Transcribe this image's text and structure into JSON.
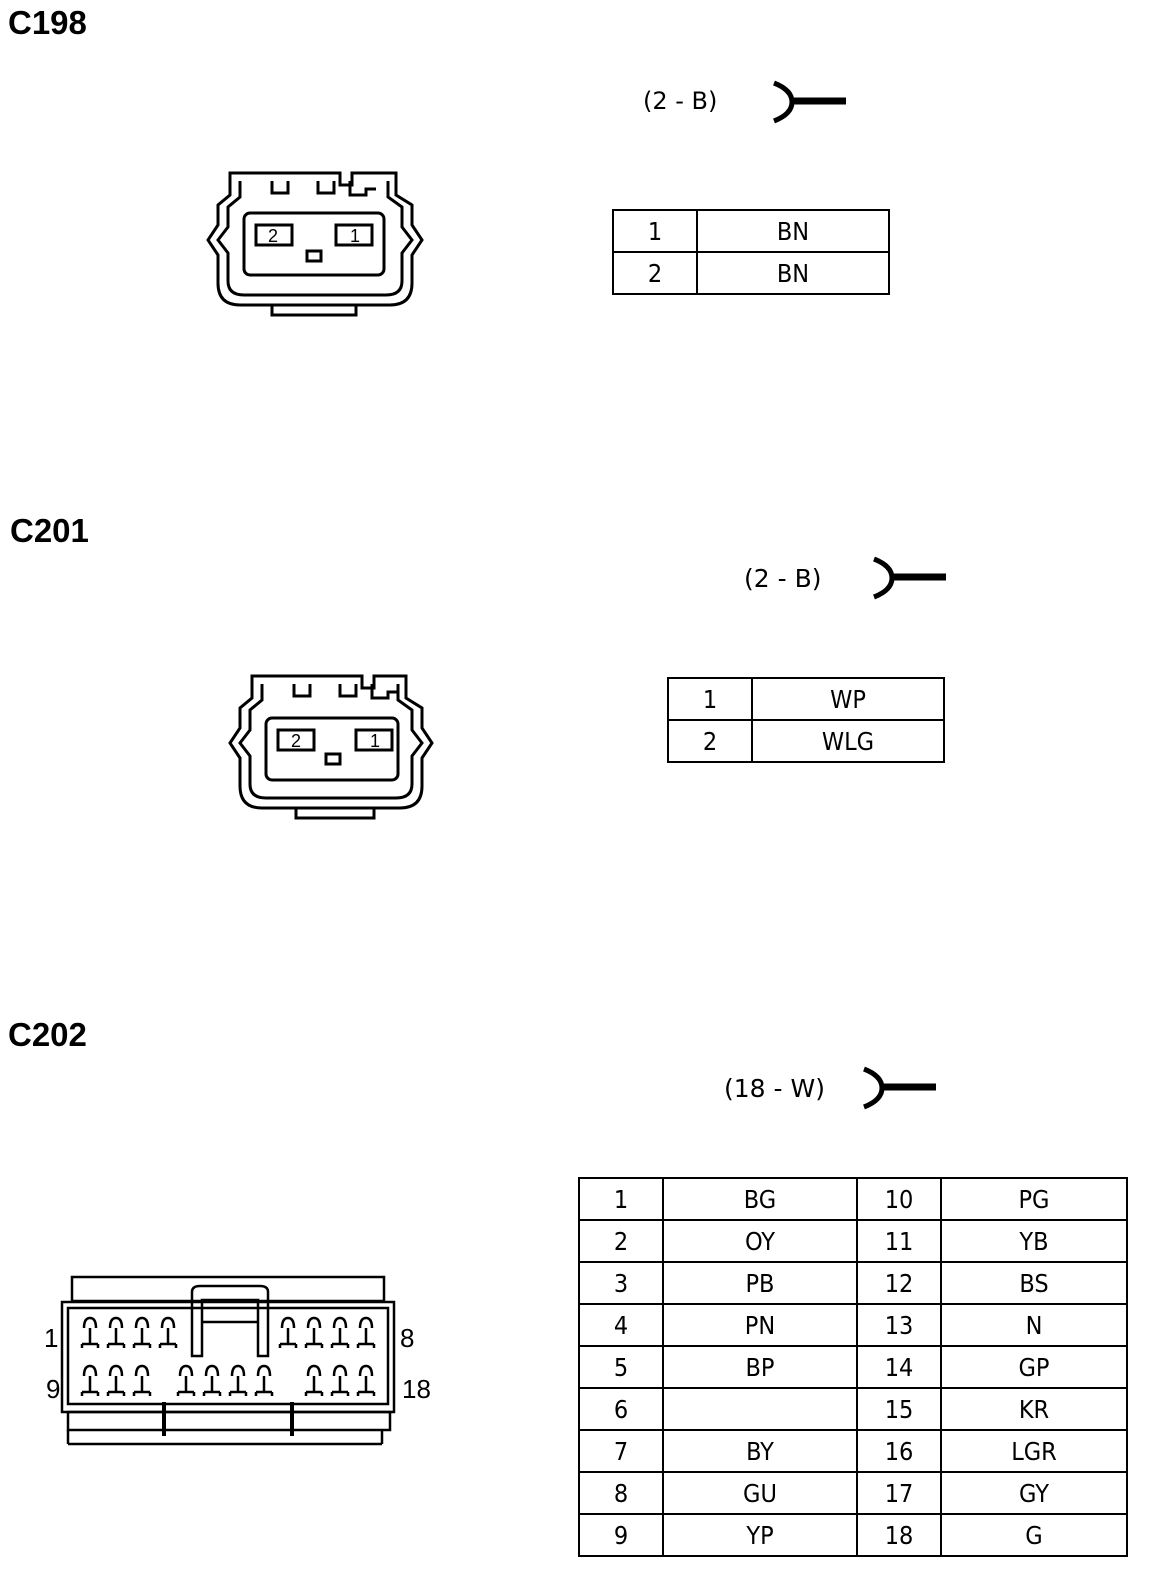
{
  "connectors": [
    {
      "id": "C198",
      "code": "(2 - B)",
      "pins": [
        {
          "pin": "1",
          "wire": "BN"
        },
        {
          "pin": "2",
          "wire": "BN"
        }
      ],
      "cavity_labels": [
        "2",
        "1"
      ]
    },
    {
      "id": "C201",
      "code": "(2 - B)",
      "pins": [
        {
          "pin": "1",
          "wire": "WP"
        },
        {
          "pin": "2",
          "wire": "WLG"
        }
      ],
      "cavity_labels": [
        "2",
        "1"
      ]
    },
    {
      "id": "C202",
      "code": "(18 - W)",
      "pins_left": [
        {
          "pin": "1",
          "wire": "BG"
        },
        {
          "pin": "2",
          "wire": "OY"
        },
        {
          "pin": "3",
          "wire": "PB"
        },
        {
          "pin": "4",
          "wire": "PN"
        },
        {
          "pin": "5",
          "wire": "BP"
        },
        {
          "pin": "6",
          "wire": ""
        },
        {
          "pin": "7",
          "wire": "BY"
        },
        {
          "pin": "8",
          "wire": "GU"
        },
        {
          "pin": "9",
          "wire": "YP"
        }
      ],
      "pins_right": [
        {
          "pin": "10",
          "wire": "PG"
        },
        {
          "pin": "11",
          "wire": "YB"
        },
        {
          "pin": "12",
          "wire": "BS"
        },
        {
          "pin": "13",
          "wire": "N"
        },
        {
          "pin": "14",
          "wire": "GP"
        },
        {
          "pin": "15",
          "wire": "KR"
        },
        {
          "pin": "16",
          "wire": "LGR"
        },
        {
          "pin": "17",
          "wire": "GY"
        },
        {
          "pin": "18",
          "wire": "G"
        }
      ],
      "face_labels": {
        "top_left": "1",
        "top_right": "8",
        "bottom_left": "9",
        "bottom_right": "18"
      }
    }
  ]
}
